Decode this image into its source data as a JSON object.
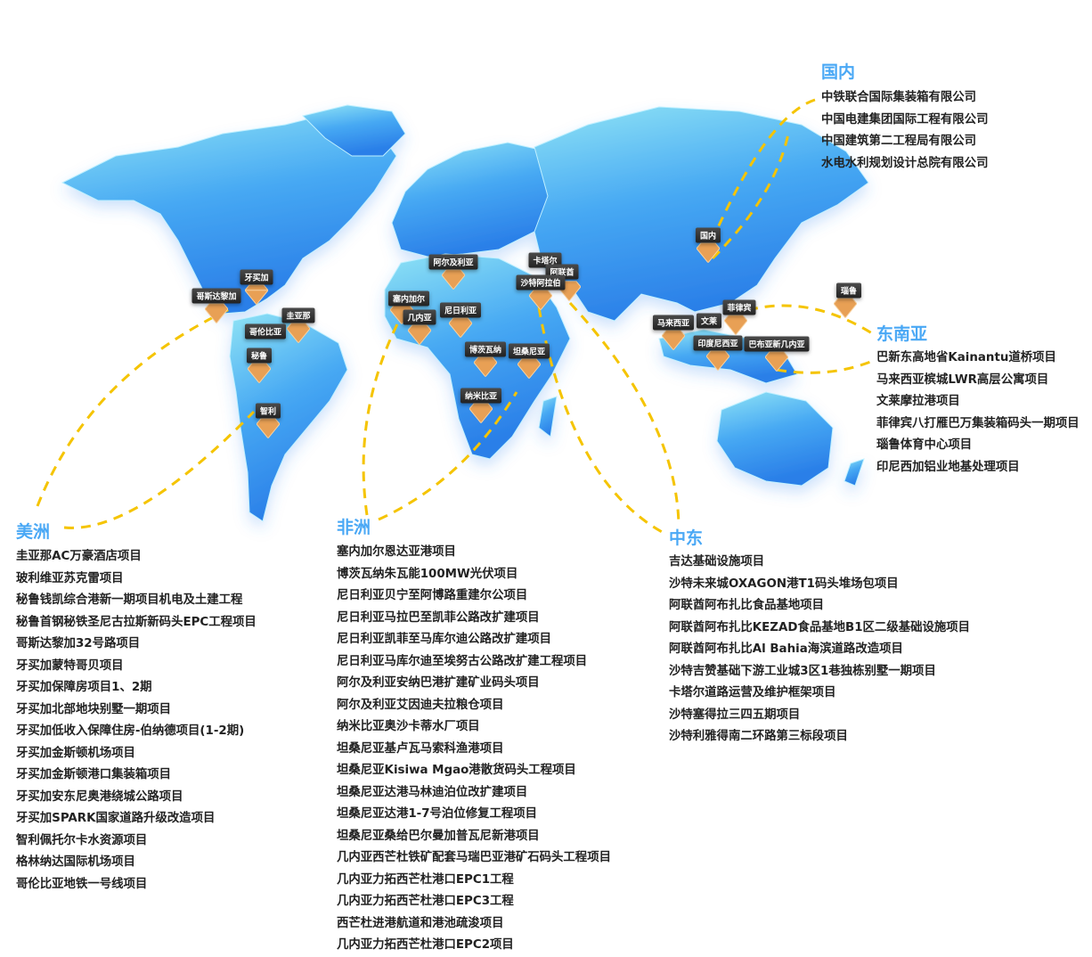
{
  "colors": {
    "accent": "#4aa8f5",
    "route": "#f5c400",
    "land": "#3d9cf0",
    "marker": "#e8a055"
  },
  "markers": {
    "jamaica": "牙买加",
    "costa_rica": "哥斯达黎加",
    "guyana": "圭亚那",
    "colombia": "哥伦比亚",
    "peru": "秘鲁",
    "chile": "智利",
    "algeria": "阿尔及利亚",
    "senegal": "塞内加尔",
    "guinea": "几内亚",
    "nigeria": "尼日利亚",
    "botswana": "博茨瓦纳",
    "tanzania": "坦桑尼亚",
    "namibia": "纳米比亚",
    "qatar": "卡塔尔",
    "uae": "阿联酋",
    "saudi": "沙特阿拉伯",
    "china": "国内",
    "malaysia": "马来西亚",
    "brunei": "文莱",
    "philippines": "菲律宾",
    "indonesia": "印度尼西亚",
    "png": "巴布亚新几内亚",
    "nauru": "瑙鲁"
  },
  "regions": {
    "domestic": {
      "title": "国内",
      "items": [
        "中铁联合国际集装箱有限公司",
        "中国电建集团国际工程有限公司",
        "中国建筑第二工程局有限公司",
        "水电水利规划设计总院有限公司"
      ]
    },
    "southeast_asia": {
      "title": "东南亚",
      "items": [
        "巴新东高地省Kainantu道桥项目",
        "马来西亚槟城LWR高层公寓项目",
        "文莱摩拉港项目",
        "菲律宾八打雁巴万集装箱码头一期项目",
        "瑙鲁体育中心项目",
        "印尼西加铝业地基处理项目"
      ]
    },
    "americas": {
      "title": "美洲",
      "items": [
        "圭亚那AC万豪酒店项目",
        "玻利维亚苏克雷项目",
        "秘鲁钱凯综合港新一期项目机电及土建工程",
        "秘鲁首钢秘铁圣尼古拉斯新码头EPC工程项目",
        "哥斯达黎加32号路项目",
        "牙买加蒙特哥贝项目",
        "牙买加保障房项目1、2期",
        "牙买加北部地块别墅一期项目",
        "牙买加低收入保障住房-伯纳德项目(1-2期)",
        "牙买加金斯顿机场项目",
        "牙买加金斯顿港口集装箱项目",
        "牙买加安东尼奥港绕城公路项目",
        "牙买加SPARK国家道路升级改造项目",
        "智利佩托尔卡水资源项目",
        "格林纳达国际机场项目",
        "哥伦比亚地铁一号线项目"
      ]
    },
    "africa": {
      "title": "非洲",
      "items": [
        "塞内加尔恩达亚港项目",
        "博茨瓦纳朱瓦能100MW光伏项目",
        "尼日利亚贝宁至阿博路重建尔公项目",
        "尼日利亚马拉巴至凯菲公路改扩建项目",
        "尼日利亚凯菲至马库尔迪公路改扩建项目",
        "尼日利亚马库尔迪至埃努古公路改扩建工程项目",
        "阿尔及利亚安纳巴港扩建矿业码头项目",
        "阿尔及利亚艾因迪夫拉粮仓项目",
        "纳米比亚奥沙卡蒂水厂项目",
        "坦桑尼亚基卢瓦马索科渔港项目",
        "坦桑尼亚Kisiwa Mgao港散货码头工程项目",
        "坦桑尼亚达港马林迪泊位改扩建项目",
        "坦桑尼亚达港1-7号泊位修复工程项目",
        "坦桑尼亚桑给巴尔曼加普瓦尼新港项目",
        "几内亚西芒杜铁矿配套马瑞巴亚港矿石码头工程项目",
        "几内亚力拓西芒杜港口EPC1工程",
        "几内亚力拓西芒杜港口EPC3工程",
        "西芒杜进港航道和港池疏浚项目",
        "几内亚力拓西芒杜港口EPC2项目"
      ]
    },
    "middle_east": {
      "title": "中东",
      "items": [
        "吉达基础设施项目",
        "沙特未来城OXAGON港T1码头堆场包项目",
        "阿联酋阿布扎比食品基地项目",
        "阿联酋阿布扎比KEZAD食品基地B1区二级基础设施项目",
        "阿联酋阿布扎比Al Bahia海滨道路改造项目",
        "沙特吉赞基础下游工业城3区1巷独栋别墅一期项目",
        "卡塔尔道路运营及维护框架项目",
        "沙特塞得拉三四五期项目",
        "沙特利雅得南二环路第三标段项目"
      ]
    }
  }
}
